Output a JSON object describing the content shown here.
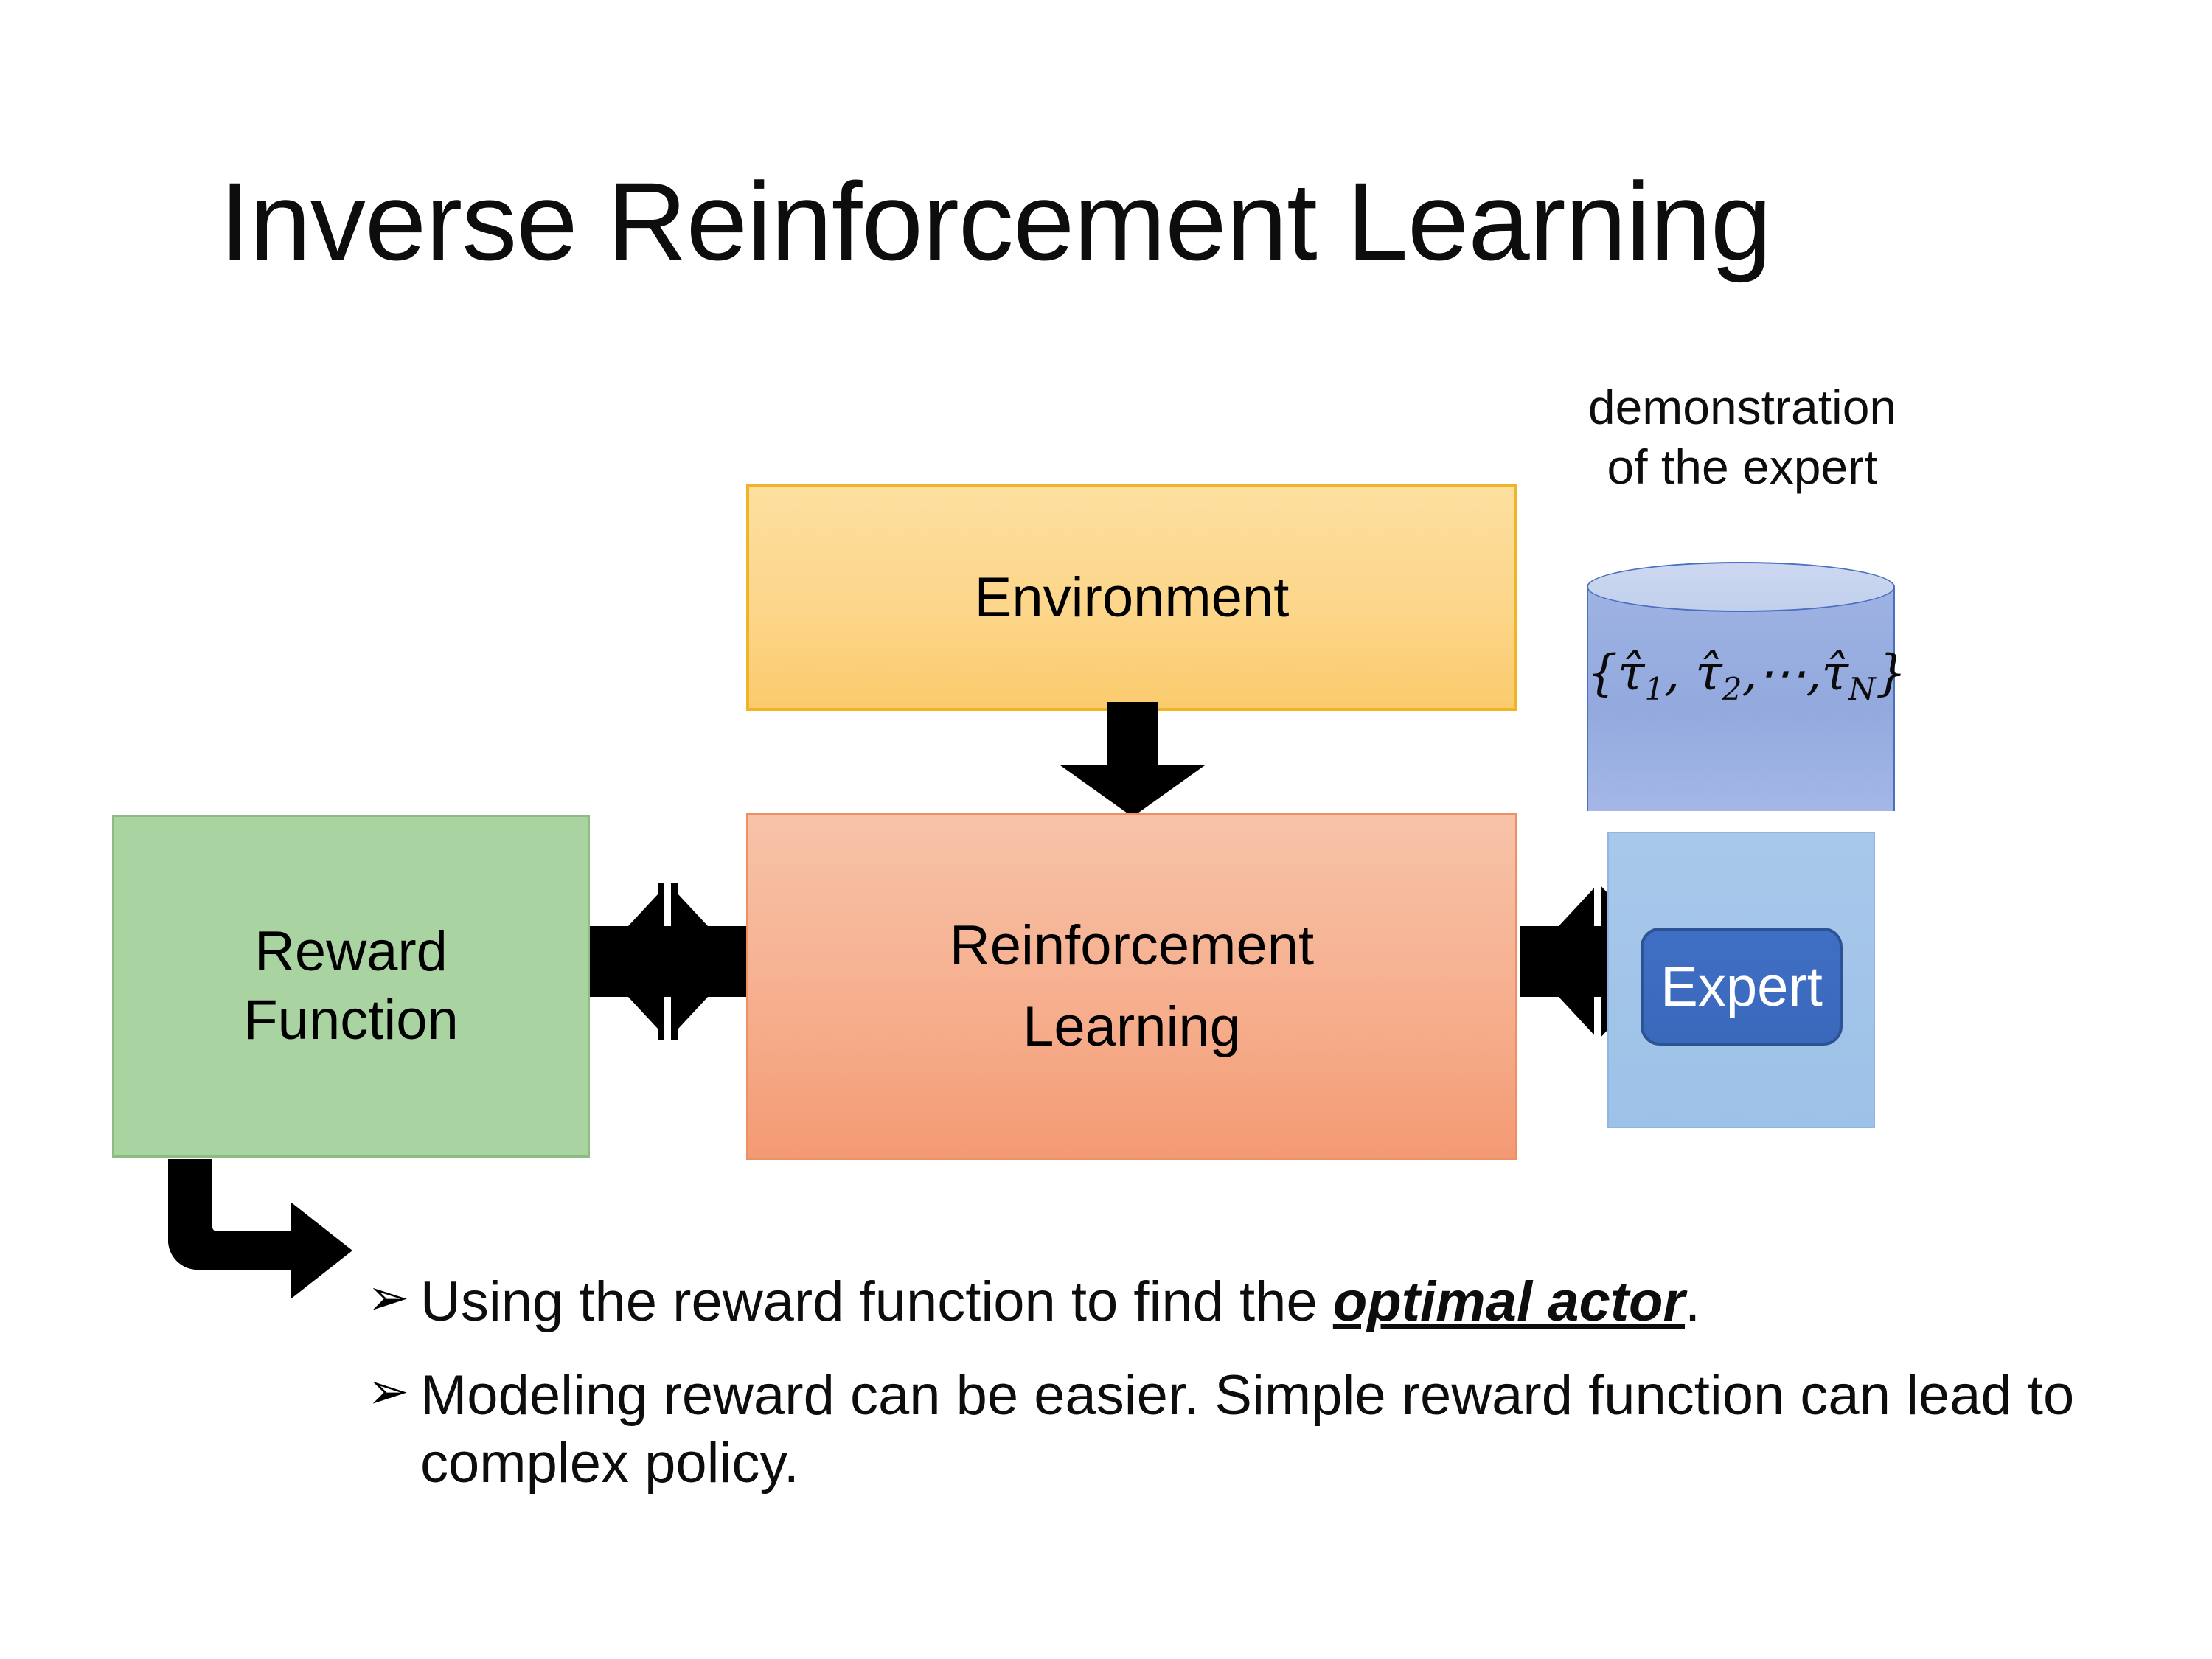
{
  "slide": {
    "title": "Inverse Reinforcement Learning",
    "background_color": "#ffffff"
  },
  "diagram": {
    "environment": {
      "label": "Environment",
      "fill_color": "#fcd68a",
      "border_color": "#f0b428"
    },
    "reward_function": {
      "label_line1": "Reward",
      "label_line2": "Function",
      "fill_color": "#a9d3a0",
      "border_color": "#8bbd82"
    },
    "reinforcement_learning": {
      "label_line1": "Reinforcement",
      "label_line2": "Learning",
      "fill_color": "#f6ad8b",
      "border_color": "#ee8f64"
    },
    "demonstration": {
      "caption_line1": "demonstration",
      "caption_line2": "of the expert",
      "formula_open": "{",
      "formula_tau1": "τ̂1",
      "formula_sep1": ", ",
      "formula_tau2": "τ̂2",
      "formula_sep2": ", ⋯, ",
      "formula_tauN": "τ̂N",
      "formula_close": "}",
      "formula_plain": "{τ̂1, τ̂2, ⋯, τ̂N}",
      "cylinder_fill": "#93a9de",
      "cylinder_top_fill": "#c6d3ee",
      "cylinder_border": "#4a6fc0"
    },
    "expert_panel": {
      "fill_color": "#9dc1e8",
      "border_color": "#8fb6e0"
    },
    "expert": {
      "label": "Expert",
      "fill_color": "#3a68bb",
      "border_color": "#2c5495",
      "text_color": "#ffffff"
    },
    "arrows": {
      "environment_to_rl": "down-block-arrow",
      "reward_to_rl": "bidirectional-quad-arrow",
      "rl_to_expert": "bidirectional-quad-arrow",
      "reward_to_bullets": "bent-elbow-arrow",
      "color": "#000000"
    }
  },
  "bullets": {
    "marker": "➢",
    "items": [
      {
        "lead": "Using the reward function to find the ",
        "emphasis": "optimal actor",
        "tail": "."
      },
      {
        "lead": "Modeling reward can be easier. Simple reward function can lead to complex policy.",
        "emphasis": "",
        "tail": ""
      }
    ]
  }
}
